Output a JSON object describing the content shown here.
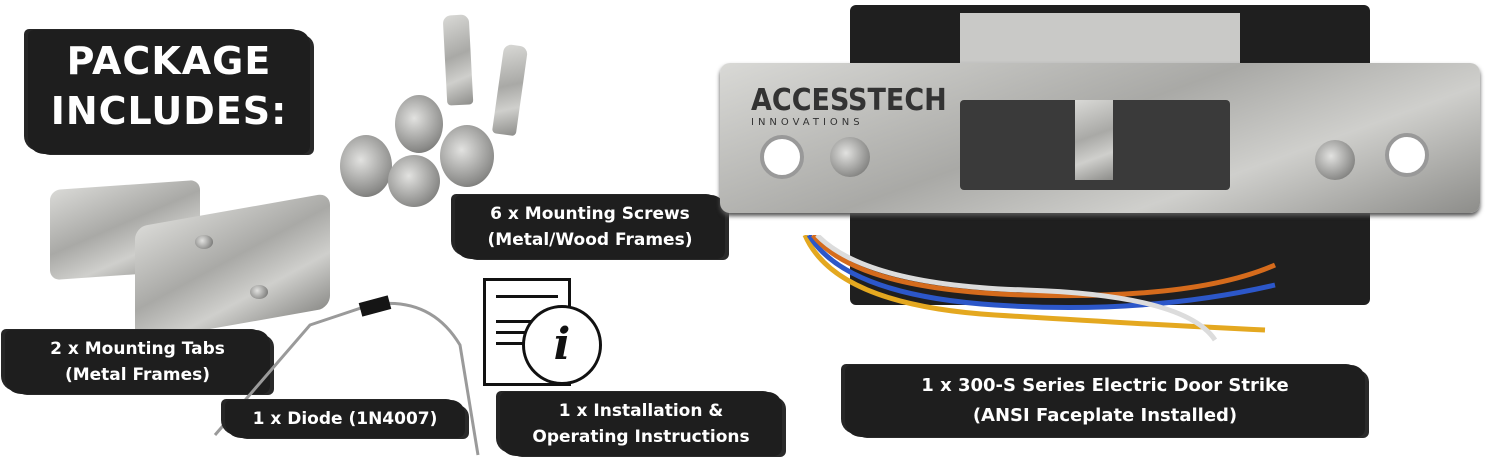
{
  "header": {
    "line1": "PACKAGE",
    "line2": "INCLUDES:"
  },
  "items": [
    {
      "line1": "6 x Mounting Screws",
      "line2": "(Metal/Wood Frames)"
    },
    {
      "line1": "2 x Mounting Tabs",
      "line2": "(Metal Frames)"
    },
    {
      "line1": "1 x Diode (1N4007)"
    },
    {
      "line1": "1 x Installation &",
      "line2": "Operating Instructions"
    },
    {
      "line1": "1 x 300-S Series Electric Door Strike",
      "line2": "(ANSI Faceplate Installed)"
    }
  ],
  "product": {
    "brand": "ACCESSTECH",
    "brand_sub": "INNOVATIONS"
  },
  "instructions_icon_glyph": "i"
}
